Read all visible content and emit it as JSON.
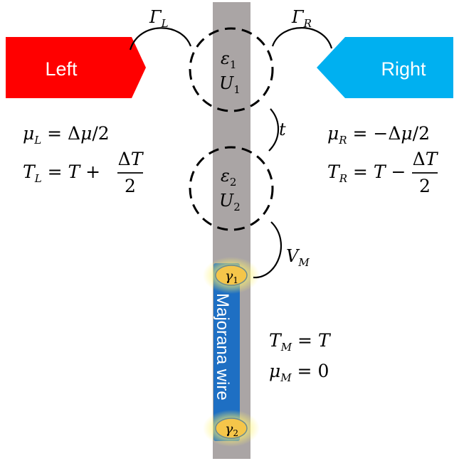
{
  "colors": {
    "left_lead": "#ff0000",
    "right_lead": "#00b0f0",
    "central_bar": "#aaa5a5",
    "majorana_wire": "#1e6fc3",
    "majorana_mode_fill": "#f5c64a",
    "majorana_glow": "#fff36b",
    "line": "#000000"
  },
  "leads": {
    "left": {
      "label": "Left",
      "mu": "μ_L = Δμ/2",
      "temperature": "T_L = T + ΔT/2"
    },
    "right": {
      "label": "Right",
      "mu": "μ_R = −Δμ/2",
      "temperature": "T_R = T − ΔT/2"
    }
  },
  "couplings": {
    "left": "Γ_L",
    "right": "Γ_R",
    "interdot": "t",
    "majorana": "V_M"
  },
  "dots": [
    {
      "energy": "ε_1",
      "interaction": "U_1"
    },
    {
      "energy": "ε_2",
      "interaction": "U_2"
    }
  ],
  "majorana": {
    "wire_label": "Majorana wire",
    "modes": [
      "γ_1",
      "γ_2"
    ],
    "temperature": "T_M = T",
    "mu": "μ_M = 0"
  }
}
